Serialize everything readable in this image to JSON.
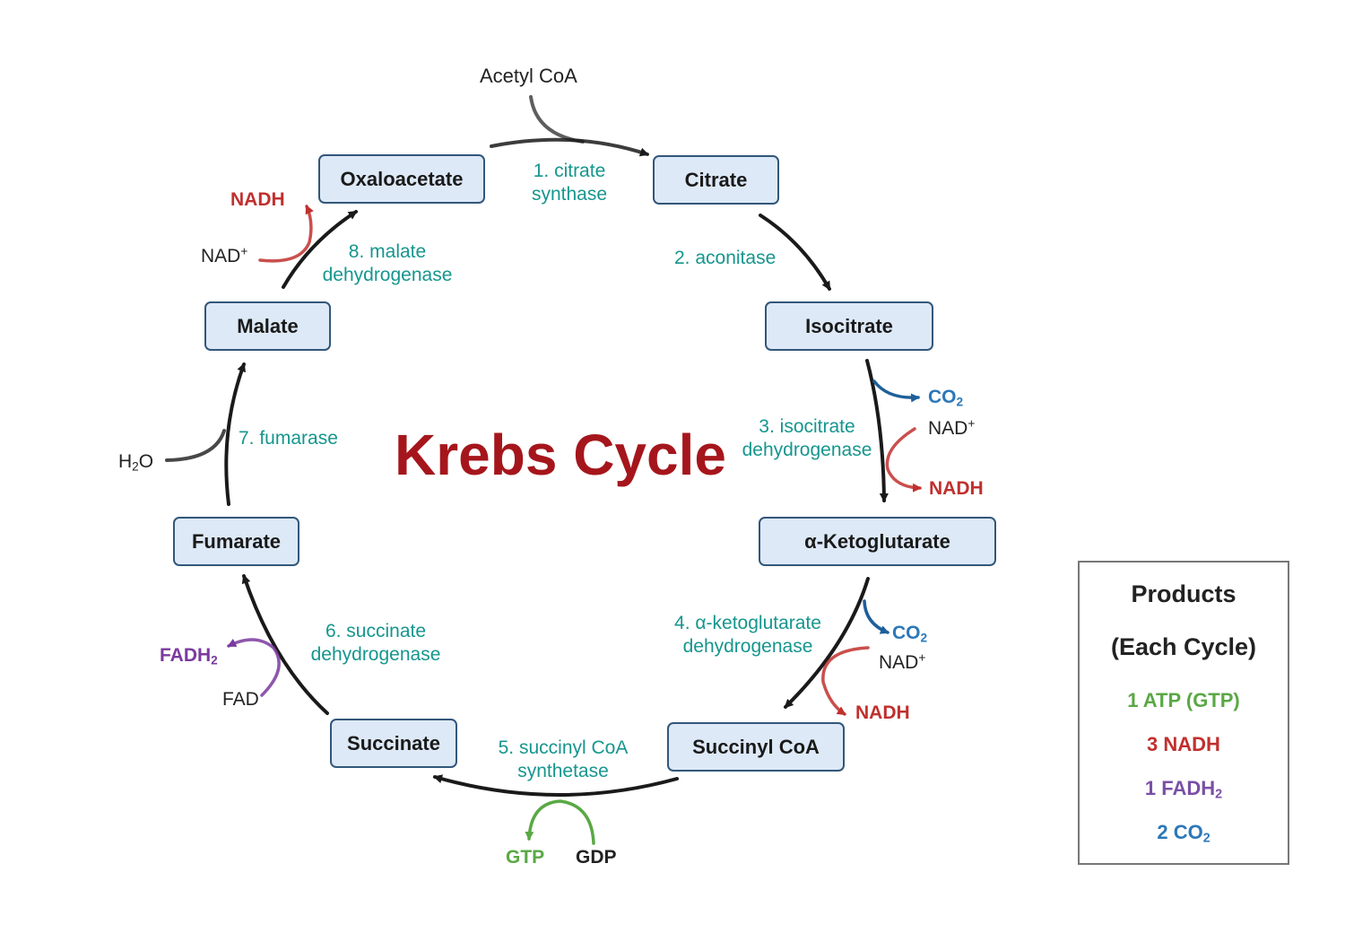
{
  "title": "Krebs Cycle",
  "colors": {
    "node_fill": "#dde9f7",
    "node_border": "#33577a",
    "enzyme": "#16968e",
    "title": "#a5161c",
    "nadh": "#c0302e",
    "co2": "#2c78b8",
    "fadh2": "#7a3a9e",
    "gtp": "#5aa845"
  },
  "nodes": {
    "oxaloacetate": "Oxaloacetate",
    "citrate": "Citrate",
    "isocitrate": "Isocitrate",
    "alpha_ketoglutarate": "α-Ketoglutarate",
    "succinyl_coa": "Succinyl CoA",
    "succinate": "Succinate",
    "fumarate": "Fumarate",
    "malate": "Malate"
  },
  "inputs": {
    "acetyl_coa": "Acetyl CoA"
  },
  "enzymes": {
    "e1_line1": "1. citrate",
    "e1_line2": "synthase",
    "e2": "2. aconitase",
    "e3_line1": "3. isocitrate",
    "e3_line2": "dehydrogenase",
    "e4_line1": "4. α-ketoglutarate",
    "e4_line2": "dehydrogenase",
    "e5_line1": "5. succinyl CoA",
    "e5_line2": "synthetase",
    "e6_line1": "6. succinate",
    "e6_line2": "dehydrogenase",
    "e7": "7. fumarase",
    "e8_line1": "8. malate",
    "e8_line2": "dehydrogenase"
  },
  "cofactors": {
    "step3": {
      "co2": "CO",
      "co2_sub": "2",
      "nad": "NAD",
      "nad_sup": "+",
      "nadh": "NADH"
    },
    "step4": {
      "co2": "CO",
      "co2_sub": "2",
      "nad": "NAD",
      "nad_sup": "+",
      "nadh": "NADH"
    },
    "step5": {
      "gtp": "GTP",
      "gdp": "GDP"
    },
    "step6": {
      "fadh2": "FADH",
      "fadh2_sub": "2",
      "fad": "FAD"
    },
    "step7": {
      "h2o_a": "H",
      "h2o_sub": "2",
      "h2o_b": "O"
    },
    "step8": {
      "nad": "NAD",
      "nad_sup": "+",
      "nadh": "NADH"
    }
  },
  "products": {
    "heading_line1": "Products",
    "heading_line2": "(Each Cycle)",
    "atp": "1 ATP (GTP)",
    "nadh": "3 NADH",
    "fadh2": "1 FADH",
    "fadh2_sub": "2",
    "co2": "2 CO",
    "co2_sub": "2"
  }
}
